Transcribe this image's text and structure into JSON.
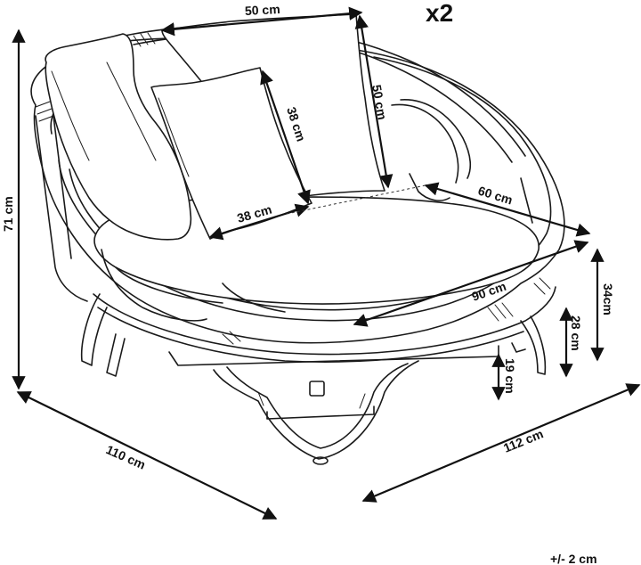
{
  "labels": {
    "pillow_width": "50 cm",
    "pillow_height": "50 cm",
    "small_pillow_height": "38 cm",
    "small_pillow_width": "38 cm",
    "seat_depth": "60 cm",
    "seat_diameter": "90 cm",
    "overall_height": "71 cm",
    "overall_width_left": "110 cm",
    "overall_width_right": "112 cm",
    "seat_height_34": "34cm",
    "seat_height_28": "28 cm",
    "base_height_19": "19 cm",
    "quantity": "x2",
    "tolerance": "+/- 2 cm"
  },
  "colors": {
    "line": "#1a1a1a",
    "background": "#ffffff"
  }
}
